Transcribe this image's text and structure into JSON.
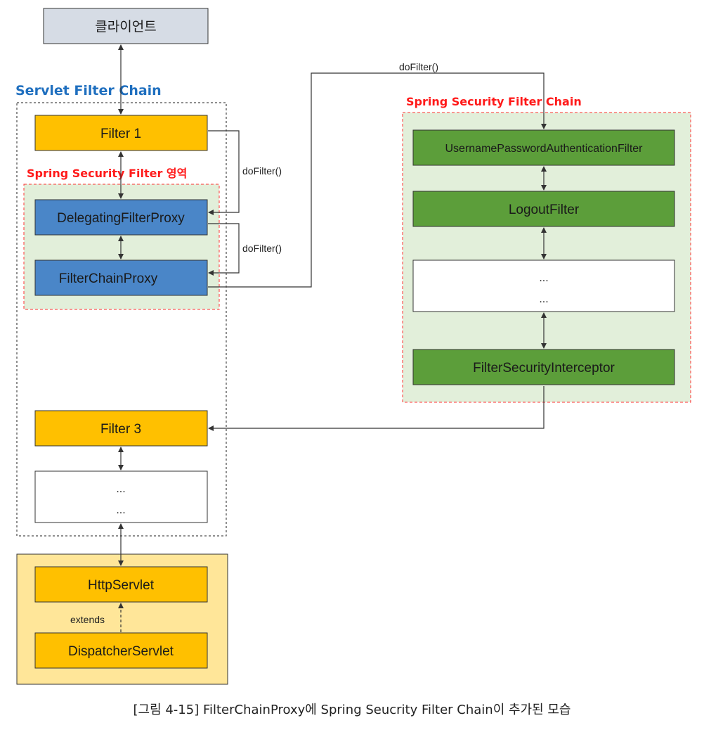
{
  "client": {
    "label": "클라이언트"
  },
  "servlet_chain": {
    "title": "Servlet Filter Chain",
    "filter1": "Filter 1",
    "security_area_title": "Spring Security Filter 영역",
    "delegating_proxy": "DelegatingFilterProxy",
    "filter_chain_proxy": "FilterChainProxy",
    "filter3": "Filter 3",
    "ellipsis_1": "...",
    "ellipsis_2": "..."
  },
  "servlet": {
    "http_servlet": "HttpServlet",
    "dispatcher_servlet": "DispatcherServlet",
    "extends_label": "extends"
  },
  "security_chain": {
    "title": "Spring Security Filter Chain",
    "username_filter": "UsernamePasswordAuthenticationFilter",
    "logout_filter": "LogoutFilter",
    "ellipsis_1": "...",
    "ellipsis_2": "...",
    "interceptor": "FilterSecurityInterceptor"
  },
  "edge_labels": {
    "dofilter_1": "doFilter()",
    "dofilter_2": "doFilter()",
    "dofilter_3": "doFilter()"
  },
  "caption": "[그림 4-15] FilterChainProxy에 Spring Seucrity Filter Chain이 추가된 모습",
  "colors": {
    "client_fill": "#d6dce5",
    "filter_fill": "#ffc000",
    "proxy_fill": "#4a86c8",
    "green_fill": "#5c9e3a",
    "area_fill": "#e2efda",
    "servlet_bg": "#ffe699",
    "dashed_red": "#ff3333"
  }
}
